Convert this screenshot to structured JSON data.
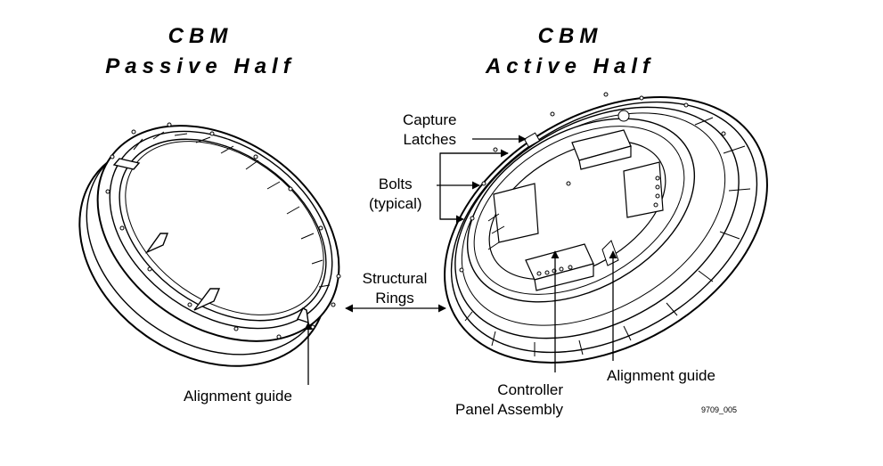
{
  "passive": {
    "title_line1": "CBM",
    "title_line2": "Passive Half",
    "alignment_label": "Alignment guide"
  },
  "active": {
    "title_line1": "CBM",
    "title_line2": "Active Half",
    "capture_line1": "Capture",
    "capture_line2": "Latches",
    "bolts_line1": "Bolts",
    "bolts_line2": "(typical)",
    "controller_line1": "Controller",
    "controller_line2": "Panel Assembly",
    "alignment_label": "Alignment guide"
  },
  "rings": {
    "line1": "Structural",
    "line2": "Rings"
  },
  "figure_id": "9709_005"
}
